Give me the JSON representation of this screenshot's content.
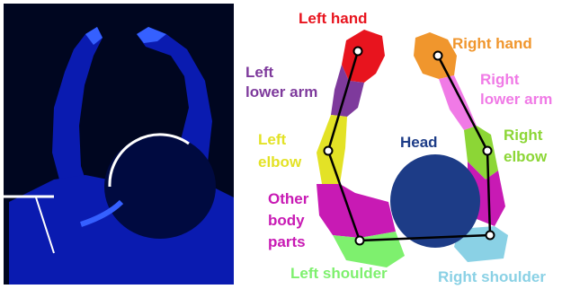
{
  "labels": {
    "left_hand": "Left hand",
    "right_hand": "Right hand",
    "left_lower_arm_1": "Left",
    "left_lower_arm_2": "lower arm",
    "right_lower_arm_1": "Right",
    "right_lower_arm_2": "lower arm",
    "left_elbow_1": "Left",
    "left_elbow_2": "elbow",
    "right_elbow_1": "Right",
    "right_elbow_2": "elbow",
    "head": "Head",
    "other_1": "Other",
    "other_2": "body",
    "other_3": "parts",
    "left_shoulder": "Left shoulder",
    "right_shoulder": "Right shoulder"
  },
  "colors": {
    "left_hand": "#e8141e",
    "right_hand": "#f0962d",
    "left_lower_arm": "#7e3a9c",
    "right_lower_arm": "#f07ae6",
    "left_elbow": "#e3e226",
    "right_elbow": "#8cd636",
    "head": "#1d3c87",
    "other": "#c81ab4",
    "left_shoulder": "#7ef06e",
    "right_shoulder": "#8ad1e5",
    "depth_dark": "#000620",
    "depth_mid": "#0a1bb0",
    "depth_light": "#3560ff"
  }
}
